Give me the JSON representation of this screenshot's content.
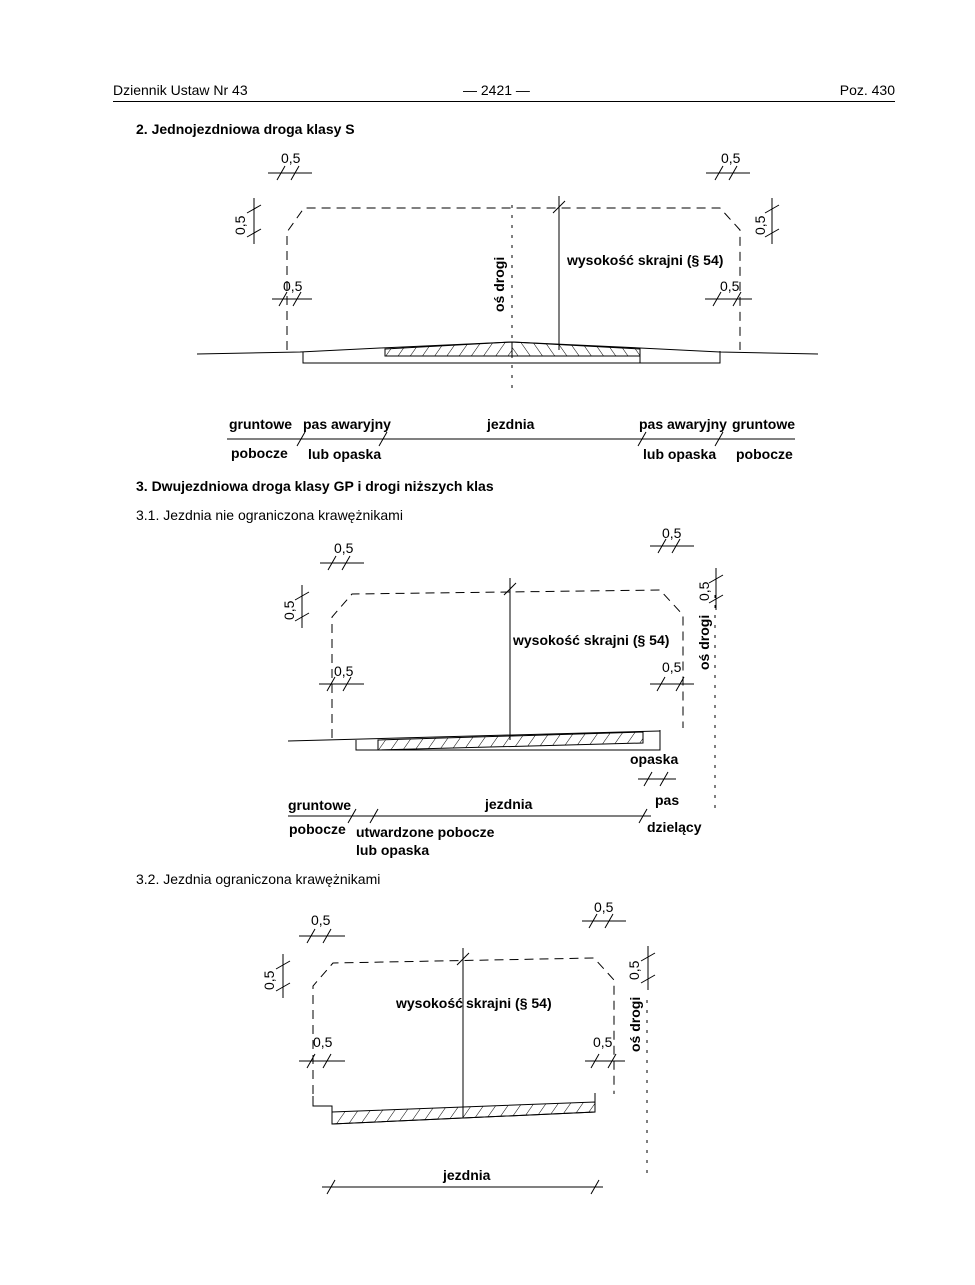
{
  "header": {
    "left": "Dziennik Ustaw Nr 43",
    "center": "— 2421 —",
    "right": "Poz. 430"
  },
  "sections": {
    "s2_title": "2. Jednojezdniowa droga klasy S",
    "s3_title": "3. Dwujezdniowa droga klasy GP i drogi niższych klas",
    "s31_title": "3.1. Jezdnia nie ograniczona krawężnikami",
    "s32_title": "3.2. Jezdnia ograniczona krawężnikami"
  },
  "labels": {
    "dim": "0,5",
    "clearance": "wysokość skrajni (§ 54)",
    "clearance_left": "wysokość",
    "clearance_right": "skrajni (§ 54)",
    "axis": "oś drogi",
    "gruntowe": "gruntowe",
    "pobocze": "pobocze",
    "pas_awaryjny": "pas awaryjny",
    "lub_opaska": "lub opaska",
    "jezdnia": "jezdnia",
    "utwardzone_pobocze": "utwardzone pobocze",
    "opaska": "opaska",
    "pas": "pas",
    "dzielacy": "dzielący"
  }
}
